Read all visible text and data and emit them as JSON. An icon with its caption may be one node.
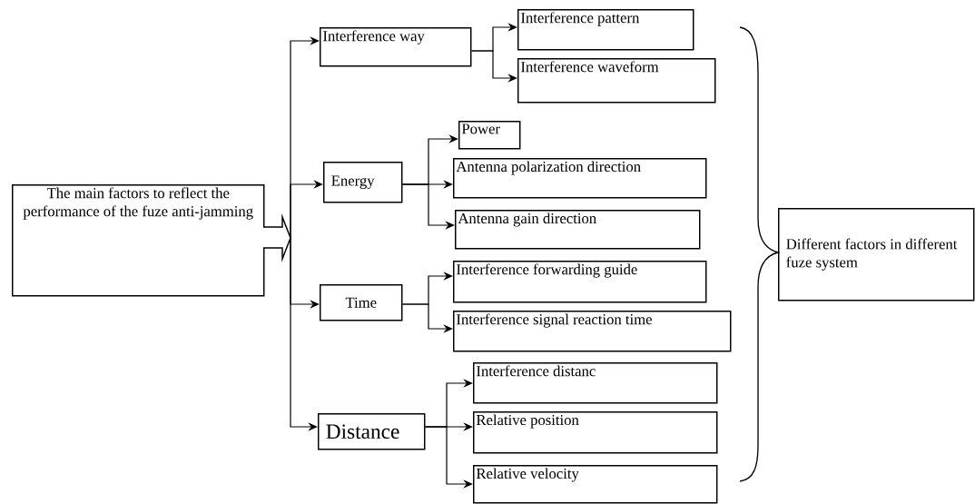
{
  "diagram": {
    "nodes": [
      {
        "text": [
          "The main factors to reflect the performance of the fuze anti-jamming"
        ]
      },
      {
        "text": [
          "Interference way"
        ]
      },
      {
        "text": [
          "Interference pattern"
        ]
      },
      {
        "text": [
          "Interference waveform"
        ]
      },
      {
        "text": [
          "Energy"
        ]
      },
      {
        "text": [
          "Power"
        ]
      },
      {
        "text": [
          "Antenna polarization direction"
        ]
      },
      {
        "text": [
          "Antenna gain direction"
        ]
      },
      {
        "text": [
          "Time"
        ]
      },
      {
        "text": [
          "Interference forwarding guide"
        ]
      },
      {
        "text": [
          "Interference signal reaction time"
        ]
      },
      {
        "text": [
          "Distance"
        ]
      },
      {
        "text": [
          "Interference distanc"
        ]
      },
      {
        "text": [
          "Relative position"
        ]
      },
      {
        "text": [
          "Relative velocity"
        ]
      },
      {
        "text": [
          "Different factors in different fuze system"
        ]
      }
    ],
    "edges": [
      {
        "from": 0,
        "to": 1,
        "arrow": "to"
      },
      {
        "from": 0,
        "to": 4,
        "arrow": "to"
      },
      {
        "from": 0,
        "to": 8,
        "arrow": "to"
      },
      {
        "from": 0,
        "to": 11,
        "arrow": "to"
      },
      {
        "from": 1,
        "to": 2,
        "arrow": "to"
      },
      {
        "from": 1,
        "to": 3,
        "arrow": "to"
      },
      {
        "from": 4,
        "to": 5,
        "arrow": "to"
      },
      {
        "from": 4,
        "to": 6,
        "arrow": "to"
      },
      {
        "from": 4,
        "to": 7,
        "arrow": "to"
      },
      {
        "from": 8,
        "to": 9,
        "arrow": "to"
      },
      {
        "from": 8,
        "to": 10,
        "arrow": "to"
      },
      {
        "from": 11,
        "to": 12,
        "arrow": "to"
      },
      {
        "from": 11,
        "to": 13,
        "arrow": "to"
      },
      {
        "from": 11,
        "to": 14,
        "arrow": "to"
      }
    ]
  }
}
